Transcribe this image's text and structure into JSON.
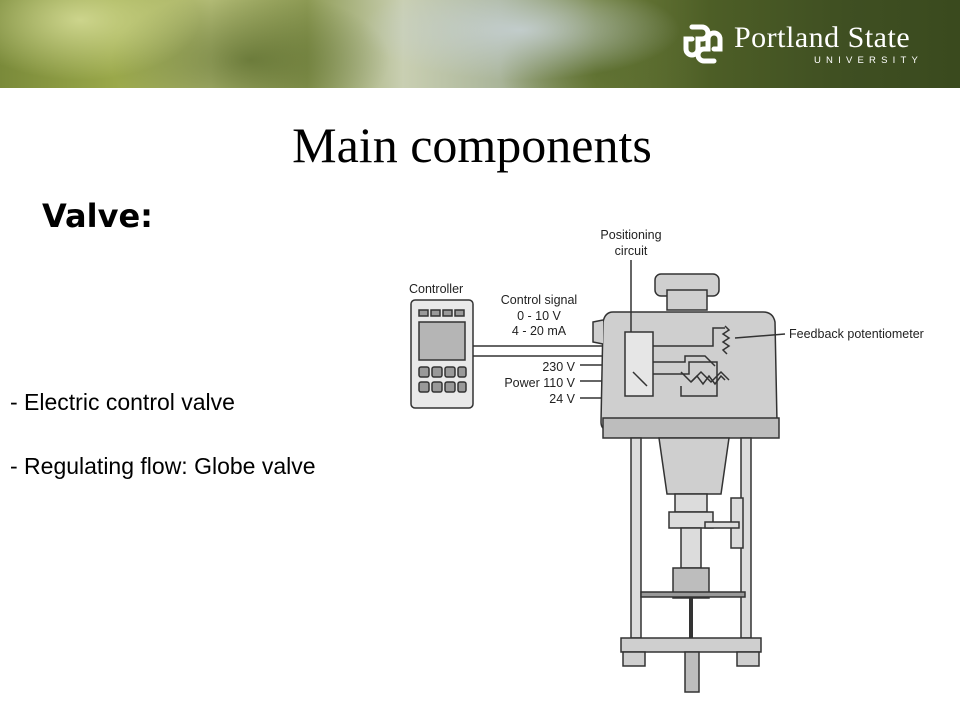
{
  "header": {
    "university_name": "Portland State",
    "university_sub": "UNIVERSITY"
  },
  "slide": {
    "title": "Main components",
    "subtitle": "Valve:",
    "bullets": [
      "- Electric control valve",
      "- Regulating flow: Globe valve"
    ]
  },
  "diagram": {
    "labels": {
      "positioning_circuit": [
        "Positioning",
        "circuit"
      ],
      "controller": "Controller",
      "control_signal": [
        "Control signal",
        "0 - 10 V",
        "4 - 20 mA"
      ],
      "power_voltages": [
        "230 V",
        "Power 110 V",
        "24 V"
      ],
      "feedback": "Feedback potentiometer"
    }
  }
}
